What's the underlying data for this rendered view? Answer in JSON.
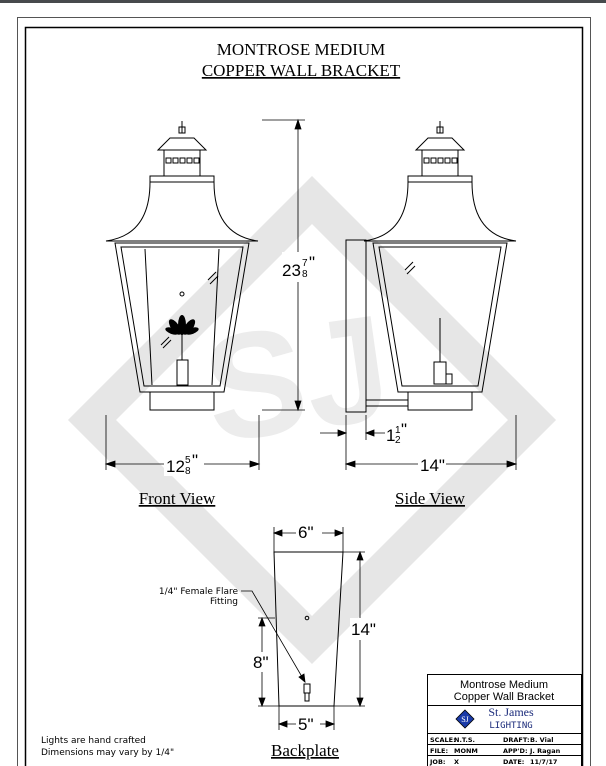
{
  "title": {
    "line1": "MONTROSE MEDIUM",
    "line2": "COPPER WALL BRACKET"
  },
  "views": {
    "front": "Front View",
    "side": "Side View",
    "backplate": "Backplate"
  },
  "watermark": "SJ",
  "dimensions": {
    "height": {
      "whole": "23",
      "num": "7",
      "den": "8",
      "unit": "\""
    },
    "front_width": {
      "whole": "12",
      "num": "5",
      "den": "8",
      "unit": "\""
    },
    "side_depth": "14\"",
    "bracket_offset": {
      "whole": "1",
      "num": "1",
      "den": "2",
      "unit": "\""
    },
    "backplate_top": "6\"",
    "backplate_bottom": "5\"",
    "backplate_height": "14\"",
    "fitting_height": "8\""
  },
  "callout": {
    "line1": "1/4\" Female Flare",
    "line2": "Fitting"
  },
  "notes": [
    "Lights are hand crafted",
    "Dimensions may vary by 1/4\""
  ],
  "title_block": {
    "name_line1": "Montrose Medium",
    "name_line2": "Copper Wall Bracket",
    "company": "St. James",
    "company_sub": "LIGHTING",
    "logo_text": "SJ",
    "scale_label": "SCALE:",
    "scale": "N.T.S.",
    "draft_label": "DRAFT:",
    "draft": "B. Vial",
    "file_label": "FILE:",
    "file": "MONM",
    "appd_label": "APP'D:",
    "appd": "J. Ragan",
    "job_label": "JOB:",
    "job": "X",
    "date_label": "DATE:",
    "date": "11/7/17"
  },
  "colors": {
    "logo": "#1a3aa8",
    "watermark": "#e4e4e4",
    "topbar": "#474a4d"
  }
}
